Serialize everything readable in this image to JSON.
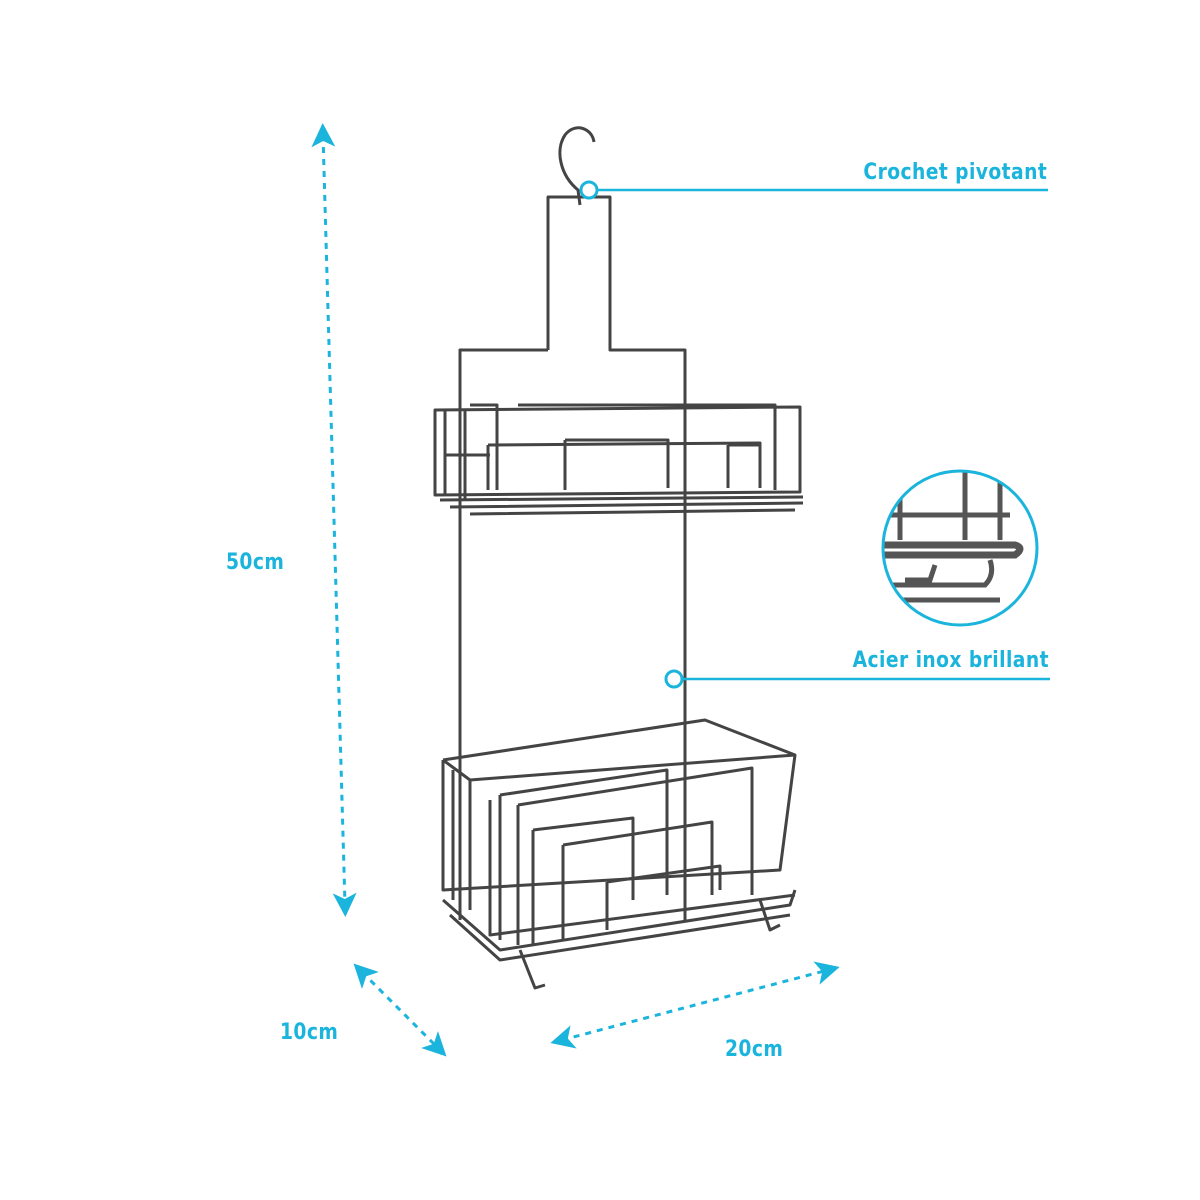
{
  "accent_color": "#1ab4dc",
  "wire_color": "#444444",
  "dimensions": {
    "height": "50cm",
    "depth": "10cm",
    "width": "20cm"
  },
  "callouts": [
    {
      "label": "Crochet pivotant"
    },
    {
      "label": "Acier inox brillant"
    }
  ]
}
